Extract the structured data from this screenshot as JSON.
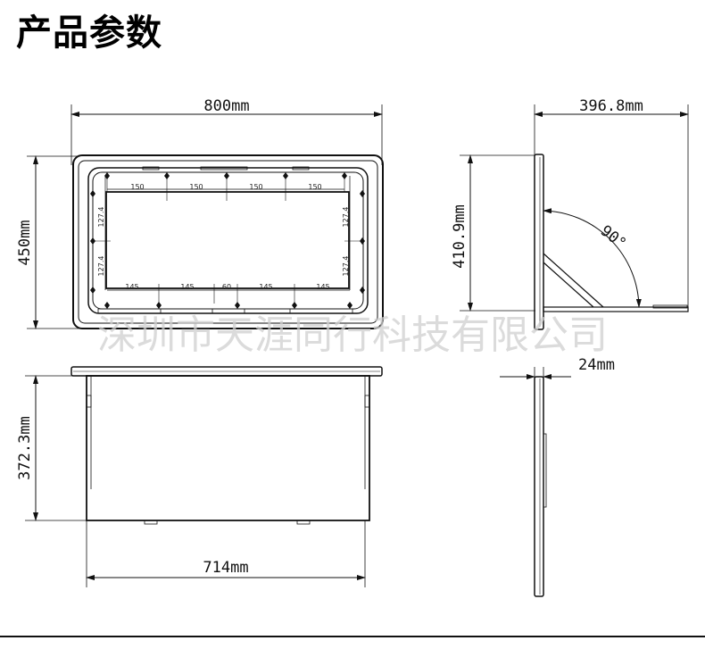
{
  "title": "产品参数",
  "watermark": "深圳市天涯同行科技有限公司",
  "dimensions": {
    "top_width": "800mm",
    "top_height": "450mm",
    "side_depth": "396.8mm",
    "side_height": "410.9mm",
    "angle": "90°",
    "thickness": "24mm",
    "front_height": "372.3mm",
    "front_width": "714mm"
  },
  "spacing": {
    "top_row": [
      "150",
      "150",
      "150",
      "150"
    ],
    "bottom_row": [
      "145",
      "145",
      "60",
      "145",
      "145"
    ],
    "left_column": [
      "127.4",
      "127.4"
    ],
    "right_column": [
      "127.4",
      "127.4"
    ]
  },
  "colors": {
    "line": "#111111",
    "watermark": "#cfcfcf"
  }
}
